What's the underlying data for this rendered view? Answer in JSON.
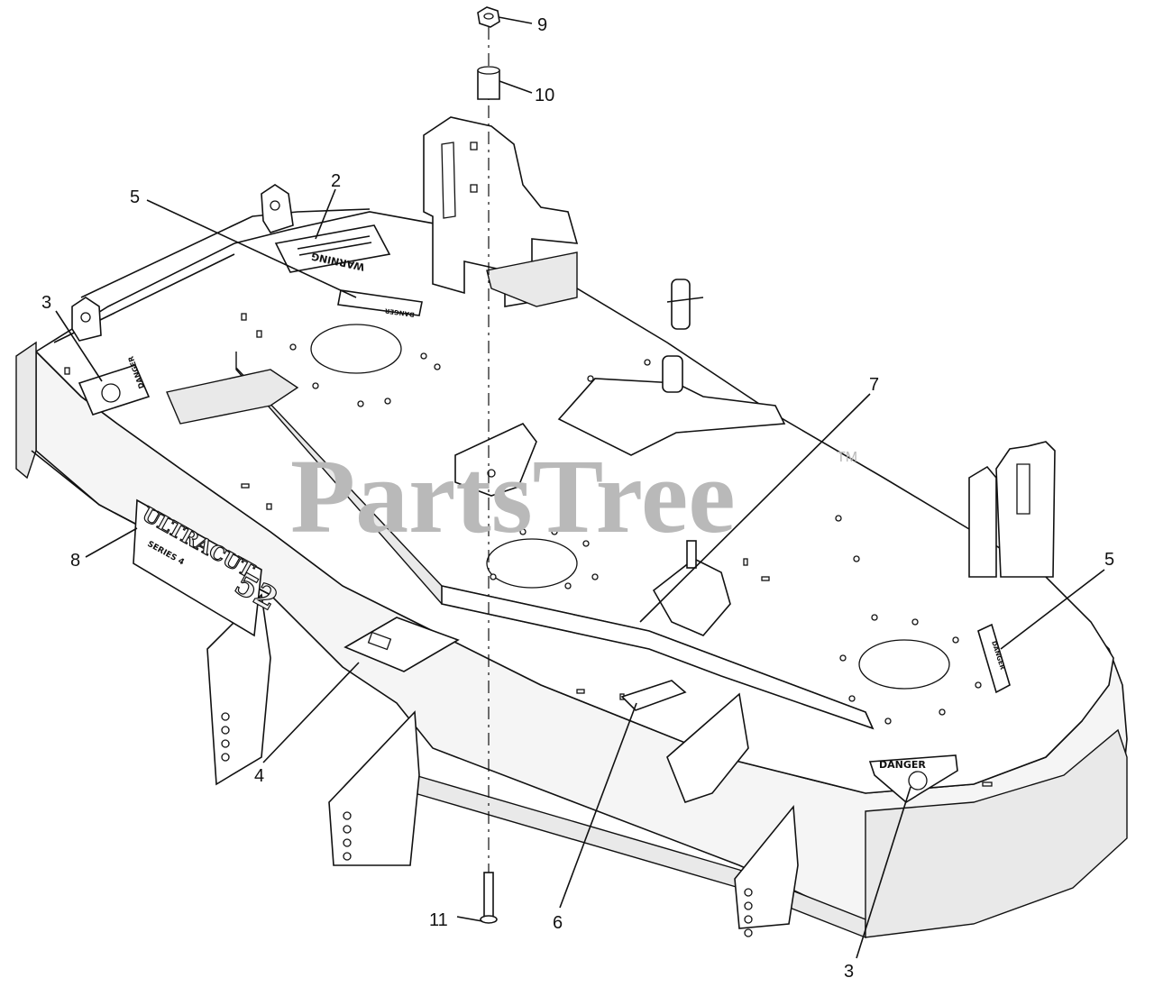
{
  "diagram": {
    "callouts": [
      {
        "id": "c9a",
        "label": "9"
      },
      {
        "id": "c10",
        "label": "10"
      },
      {
        "id": "c2",
        "label": "2"
      },
      {
        "id": "c5a",
        "label": "5"
      },
      {
        "id": "c3a",
        "label": "3"
      },
      {
        "id": "c7",
        "label": "7"
      },
      {
        "id": "c5b",
        "label": "5"
      },
      {
        "id": "c8",
        "label": "8"
      },
      {
        "id": "c4",
        "label": "4"
      },
      {
        "id": "c6",
        "label": "6"
      },
      {
        "id": "c11",
        "label": "11"
      },
      {
        "id": "c3b",
        "label": "3"
      }
    ],
    "decals": {
      "warning": "WARNING",
      "danger": "DANGER"
    },
    "brand": {
      "name": "ULTRACUT",
      "model": "52",
      "series": "SERIES 4"
    },
    "watermark": {
      "text": "PartsTree",
      "mark": "TM"
    }
  }
}
